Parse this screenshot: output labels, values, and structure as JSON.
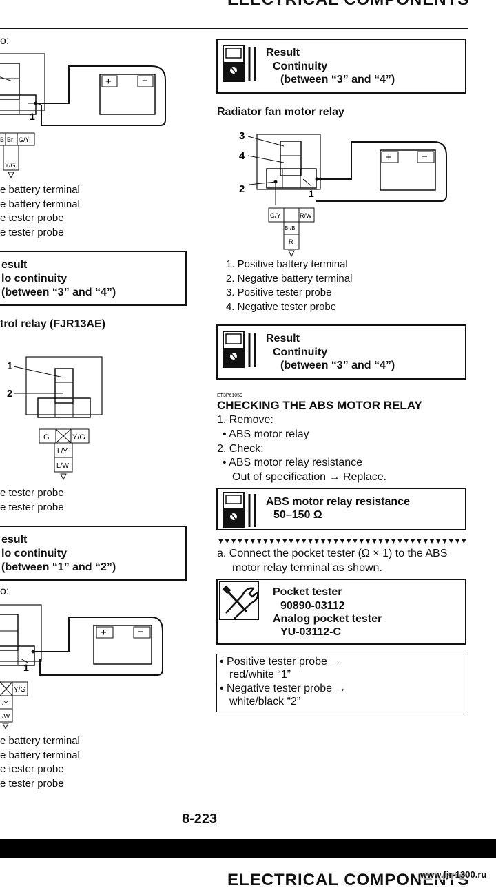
{
  "page": {
    "header_top": "ELECTRICAL COMPONENTS",
    "header_bottom": "ELECTRICAL COMPONENTS",
    "page_number": "8-223",
    "watermark": "www.fjr-1300.ru"
  },
  "left": {
    "diag1_label": "1",
    "diag1_connector": {
      "c1": "B",
      "c2": "Br",
      "c3": "G/Y",
      "c4": "Y/G"
    },
    "legend1": [
      "e battery terminal",
      "e battery terminal",
      "e tester probe",
      "e tester probe"
    ],
    "legend1_first": "battery terminal",
    "result1": {
      "line1": "esult",
      "line2": "lo continuity",
      "line3": "(between “3” and “4”)"
    },
    "section_title": "trol relay (FJR13AE)",
    "diag2": {
      "n1": "1",
      "n2": "2",
      "c1": "G",
      "c2": "Y/G",
      "c3": "L/Y",
      "c4": "L/W"
    },
    "legend2": [
      "e tester probe",
      "e tester probe"
    ],
    "result2": {
      "line1": "esult",
      "line2": "lo continuity",
      "line3": "(between “1” and “2”)"
    },
    "diag3_top": "o:",
    "diag1_top": "o:",
    "diag3": {
      "n1": "1",
      "c1": "Y/G",
      "c2": "L/Y",
      "c3": "L/W"
    },
    "legend3": [
      "e battery terminal",
      "e battery terminal",
      "e tester probe",
      "e tester probe"
    ],
    "legend3_first": "battery terminal"
  },
  "right": {
    "result_top": {
      "title": "Result",
      "line2": "Continuity",
      "line3": "(between “3” and “4”)"
    },
    "fan_title": "Radiator fan motor relay",
    "fan_diag": {
      "n3": "3",
      "n4": "4",
      "n2": "2",
      "n1": "1",
      "c1": "G/Y",
      "c2": "R/W",
      "c3": "Br/B",
      "c4": "R"
    },
    "fan_legend": [
      "1.  Positive battery terminal",
      "2.  Negative battery terminal",
      "3.  Positive tester probe",
      "4.  Negative tester probe"
    ],
    "result_mid": {
      "title": "Result",
      "line2": "Continuity",
      "line3": "(between “3” and “4”)"
    },
    "code": "ET3P61059",
    "abs_title": "CHECKING THE ABS MOTOR RELAY",
    "steps": [
      "1. Remove:",
      "• ABS motor relay",
      "2. Check:",
      "• ABS motor relay resistance",
      "Out of specification → Replace."
    ],
    "spec": {
      "title": "ABS motor relay resistance",
      "value": "50–150 Ω"
    },
    "triangles": "▼▼▼▼▼▼▼▼▼▼▼▼▼▼▼▼▼▼▼▼▼▼▼▼▼▼▼▼▼▼▼▼▼▼▼▼▼▼▼▼▼▼▼▼▼",
    "step_a_1": "a.  Connect the pocket tester (Ω × 1) to the ABS",
    "step_a_2": "motor relay terminal as shown.",
    "tool": {
      "l1": "Pocket tester",
      "l2": "90890-03112",
      "l3": "Analog pocket tester",
      "l4": "YU-03112-C"
    },
    "note": {
      "l1": "• Positive tester probe →",
      "l2": "red/white “1”",
      "l3": "• Negative tester probe →",
      "l4": "white/black “2”"
    }
  }
}
